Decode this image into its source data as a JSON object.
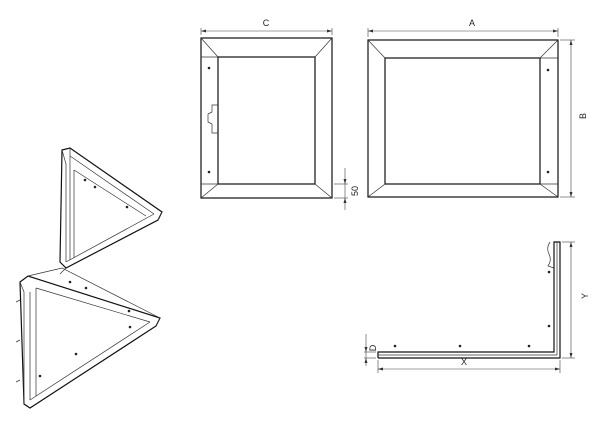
{
  "labels": {
    "a": "A",
    "b": "B",
    "c": "C",
    "d": "D",
    "x": "X",
    "y": "Y",
    "fifty": "50"
  }
}
